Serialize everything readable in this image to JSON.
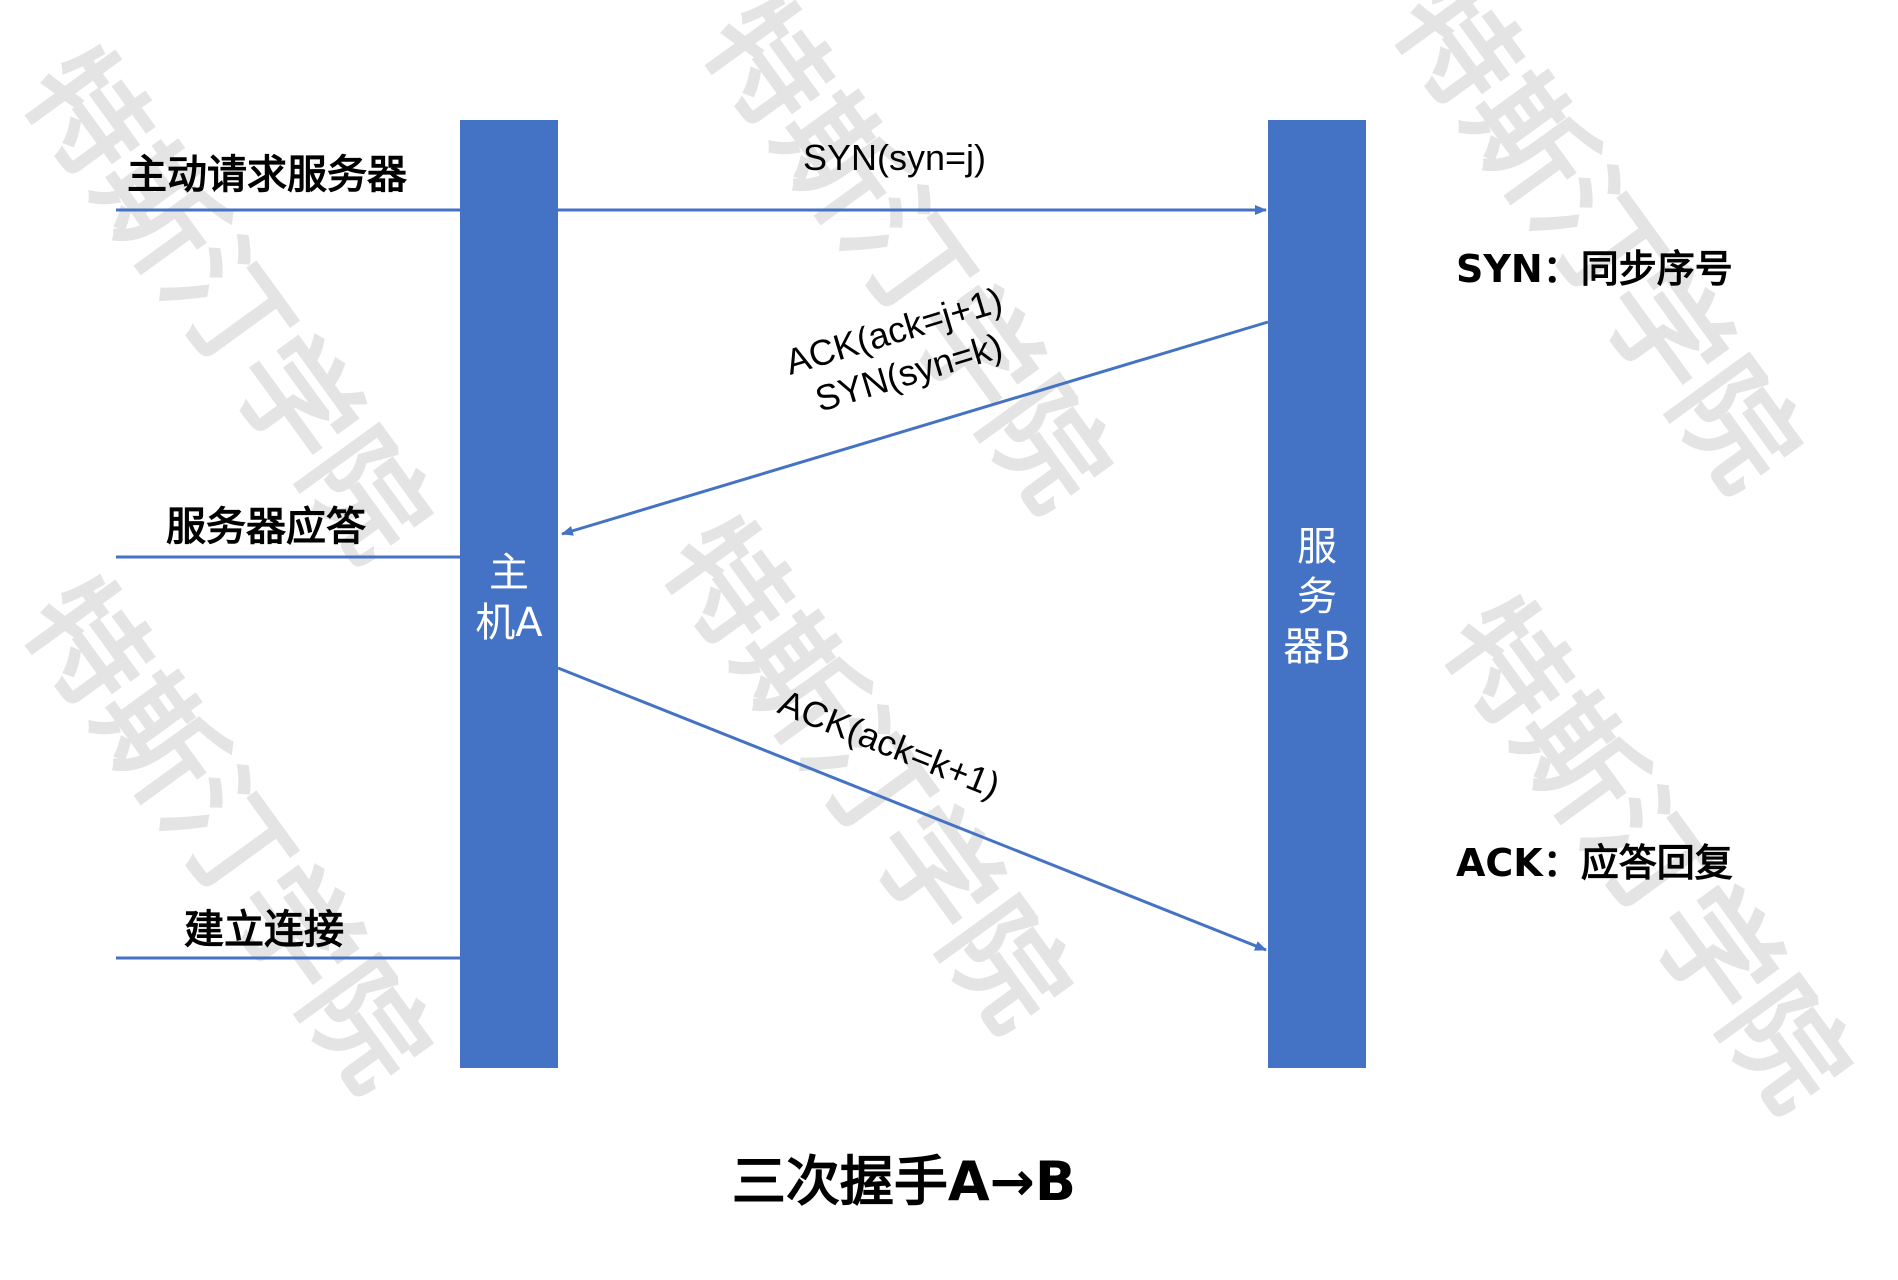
{
  "watermark": {
    "text": "特斯汀学院",
    "color": "#cfcfcf"
  },
  "colors": {
    "pillar": "#4472c4",
    "line": "#4472c4",
    "text": "#000000"
  },
  "host_a": {
    "line1": "主",
    "line2": "机A"
  },
  "server_b": {
    "line1": "服",
    "line2": "务",
    "line3": "器B"
  },
  "left_labels": {
    "request": "主动请求服务器",
    "response": "服务器应答",
    "connect": "建立连接"
  },
  "messages": {
    "syn": "SYN(syn=j)",
    "ack1": "ACK(ack=j+1)",
    "syn2": "SYN(syn=k)",
    "ack2": "ACK(ack=k+1)"
  },
  "legend": {
    "syn": "SYN：同步序号",
    "ack": "ACK：应答回复"
  },
  "title": "三次握手A→B"
}
